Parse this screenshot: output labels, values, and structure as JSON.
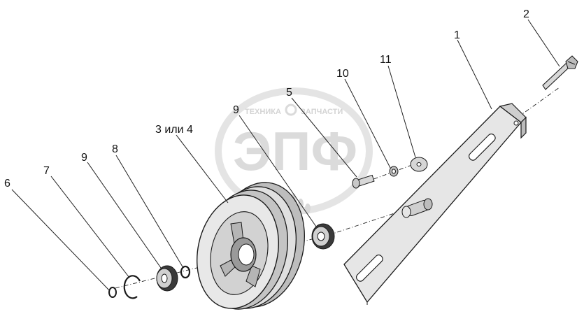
{
  "watermark": {
    "top_left": "ТЕХНИКА",
    "top_right": "ЗАПЧАСТИ",
    "logo": "ЭПФ"
  },
  "callouts": {
    "c1": "1",
    "c2": "2",
    "c3": "3 или 4",
    "c5": "5",
    "c6": "6",
    "c7": "7",
    "c8": "8",
    "c9a": "9",
    "c9b": "9",
    "c10": "10",
    "c11": "11"
  },
  "colors": {
    "line": "#1a1a1a",
    "part_fill": "#d9d9d9",
    "part_dark": "#9a9a9a",
    "watermark": "#d8d8d8"
  }
}
